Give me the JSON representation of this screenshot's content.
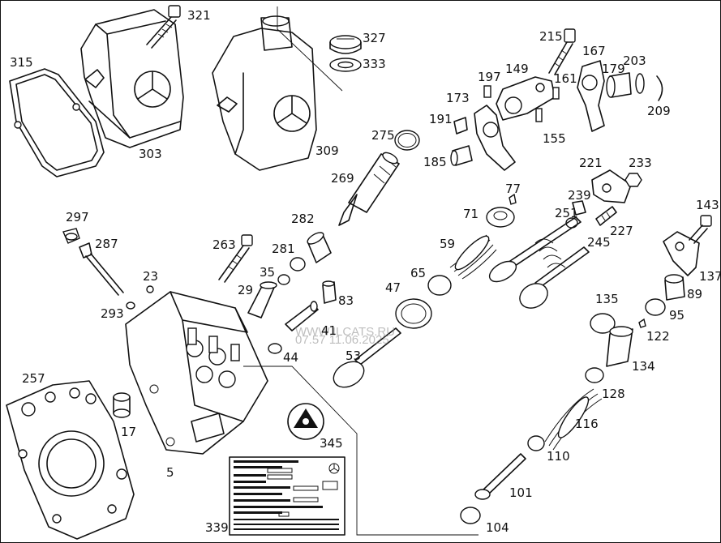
{
  "diagram": {
    "labels": [
      {
        "id": "321"
      },
      {
        "id": "315"
      },
      {
        "id": "303"
      },
      {
        "id": "309"
      },
      {
        "id": "327"
      },
      {
        "id": "333"
      },
      {
        "id": "215"
      },
      {
        "id": "167"
      },
      {
        "id": "179"
      },
      {
        "id": "203"
      },
      {
        "id": "209"
      },
      {
        "id": "149"
      },
      {
        "id": "197"
      },
      {
        "id": "161"
      },
      {
        "id": "173"
      },
      {
        "id": "191"
      },
      {
        "id": "155"
      },
      {
        "id": "185"
      },
      {
        "id": "275"
      },
      {
        "id": "269"
      },
      {
        "id": "221"
      },
      {
        "id": "233"
      },
      {
        "id": "77"
      },
      {
        "id": "239"
      },
      {
        "id": "251"
      },
      {
        "id": "227"
      },
      {
        "id": "245"
      },
      {
        "id": "143"
      },
      {
        "id": "297"
      },
      {
        "id": "287"
      },
      {
        "id": "263"
      },
      {
        "id": "282"
      },
      {
        "id": "281"
      },
      {
        "id": "71"
      },
      {
        "id": "59"
      },
      {
        "id": "35"
      },
      {
        "id": "23"
      },
      {
        "id": "29"
      },
      {
        "id": "83"
      },
      {
        "id": "65"
      },
      {
        "id": "47"
      },
      {
        "id": "137"
      },
      {
        "id": "89"
      },
      {
        "id": "293"
      },
      {
        "id": "41"
      },
      {
        "id": "135"
      },
      {
        "id": "95"
      },
      {
        "id": "122"
      },
      {
        "id": "44"
      },
      {
        "id": "53"
      },
      {
        "id": "134"
      },
      {
        "id": "257"
      },
      {
        "id": "128"
      },
      {
        "id": "17"
      },
      {
        "id": "116"
      },
      {
        "id": "345"
      },
      {
        "id": "110"
      },
      {
        "id": "5"
      },
      {
        "id": "101"
      },
      {
        "id": "339"
      },
      {
        "id": "104"
      }
    ],
    "watermark": {
      "line1": "WWW.ILCATS.RU",
      "line2": "07.57 11.06.2025"
    }
  }
}
